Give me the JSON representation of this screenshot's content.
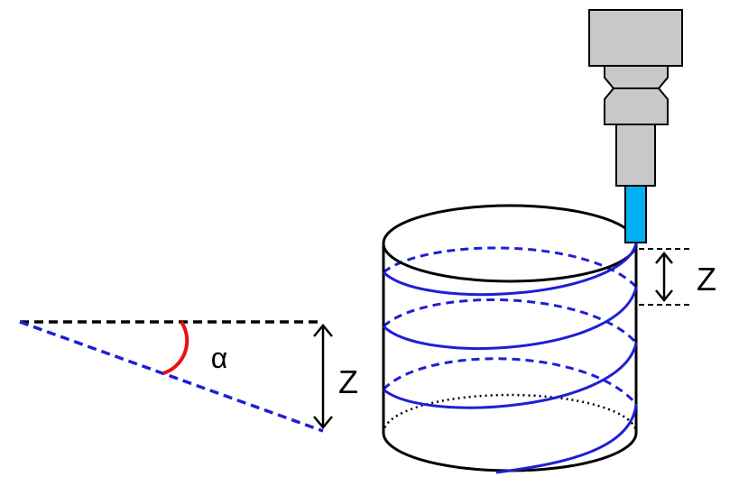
{
  "labels": {
    "alpha": "α",
    "z_triangle": "Z",
    "z_pitch": "Z"
  },
  "colors": {
    "helix": "#1f1fd6",
    "angle_arc": "#e81010",
    "tool_tip": "#00b0f0",
    "spindle": "#c8c8c8",
    "outline": "#000000"
  },
  "icons": {
    "spindle": "spindle-tool-icon",
    "cylinder": "cylinder-workpiece"
  }
}
